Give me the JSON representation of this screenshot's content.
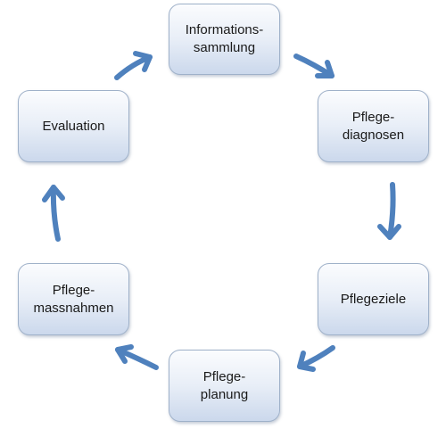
{
  "diagram": {
    "nodes": {
      "informationssammlung": "Informations-\nsammlung",
      "pflegediagnosen": "Pflege-\ndiagnosen",
      "pflegeziele": "Pflegeziele",
      "pflegeplanung": "Pflege-\nplanung",
      "pflegemassnahmen": "Pflege-\nmassnahmen",
      "evaluation": "Evaluation"
    }
  },
  "colors": {
    "arrow": "#4f81bd",
    "node_border": "#9fb1c9",
    "node_fill_top": "#fbfcfe",
    "node_fill_bottom": "#cbd8ec",
    "text": "#1a1a1a"
  }
}
